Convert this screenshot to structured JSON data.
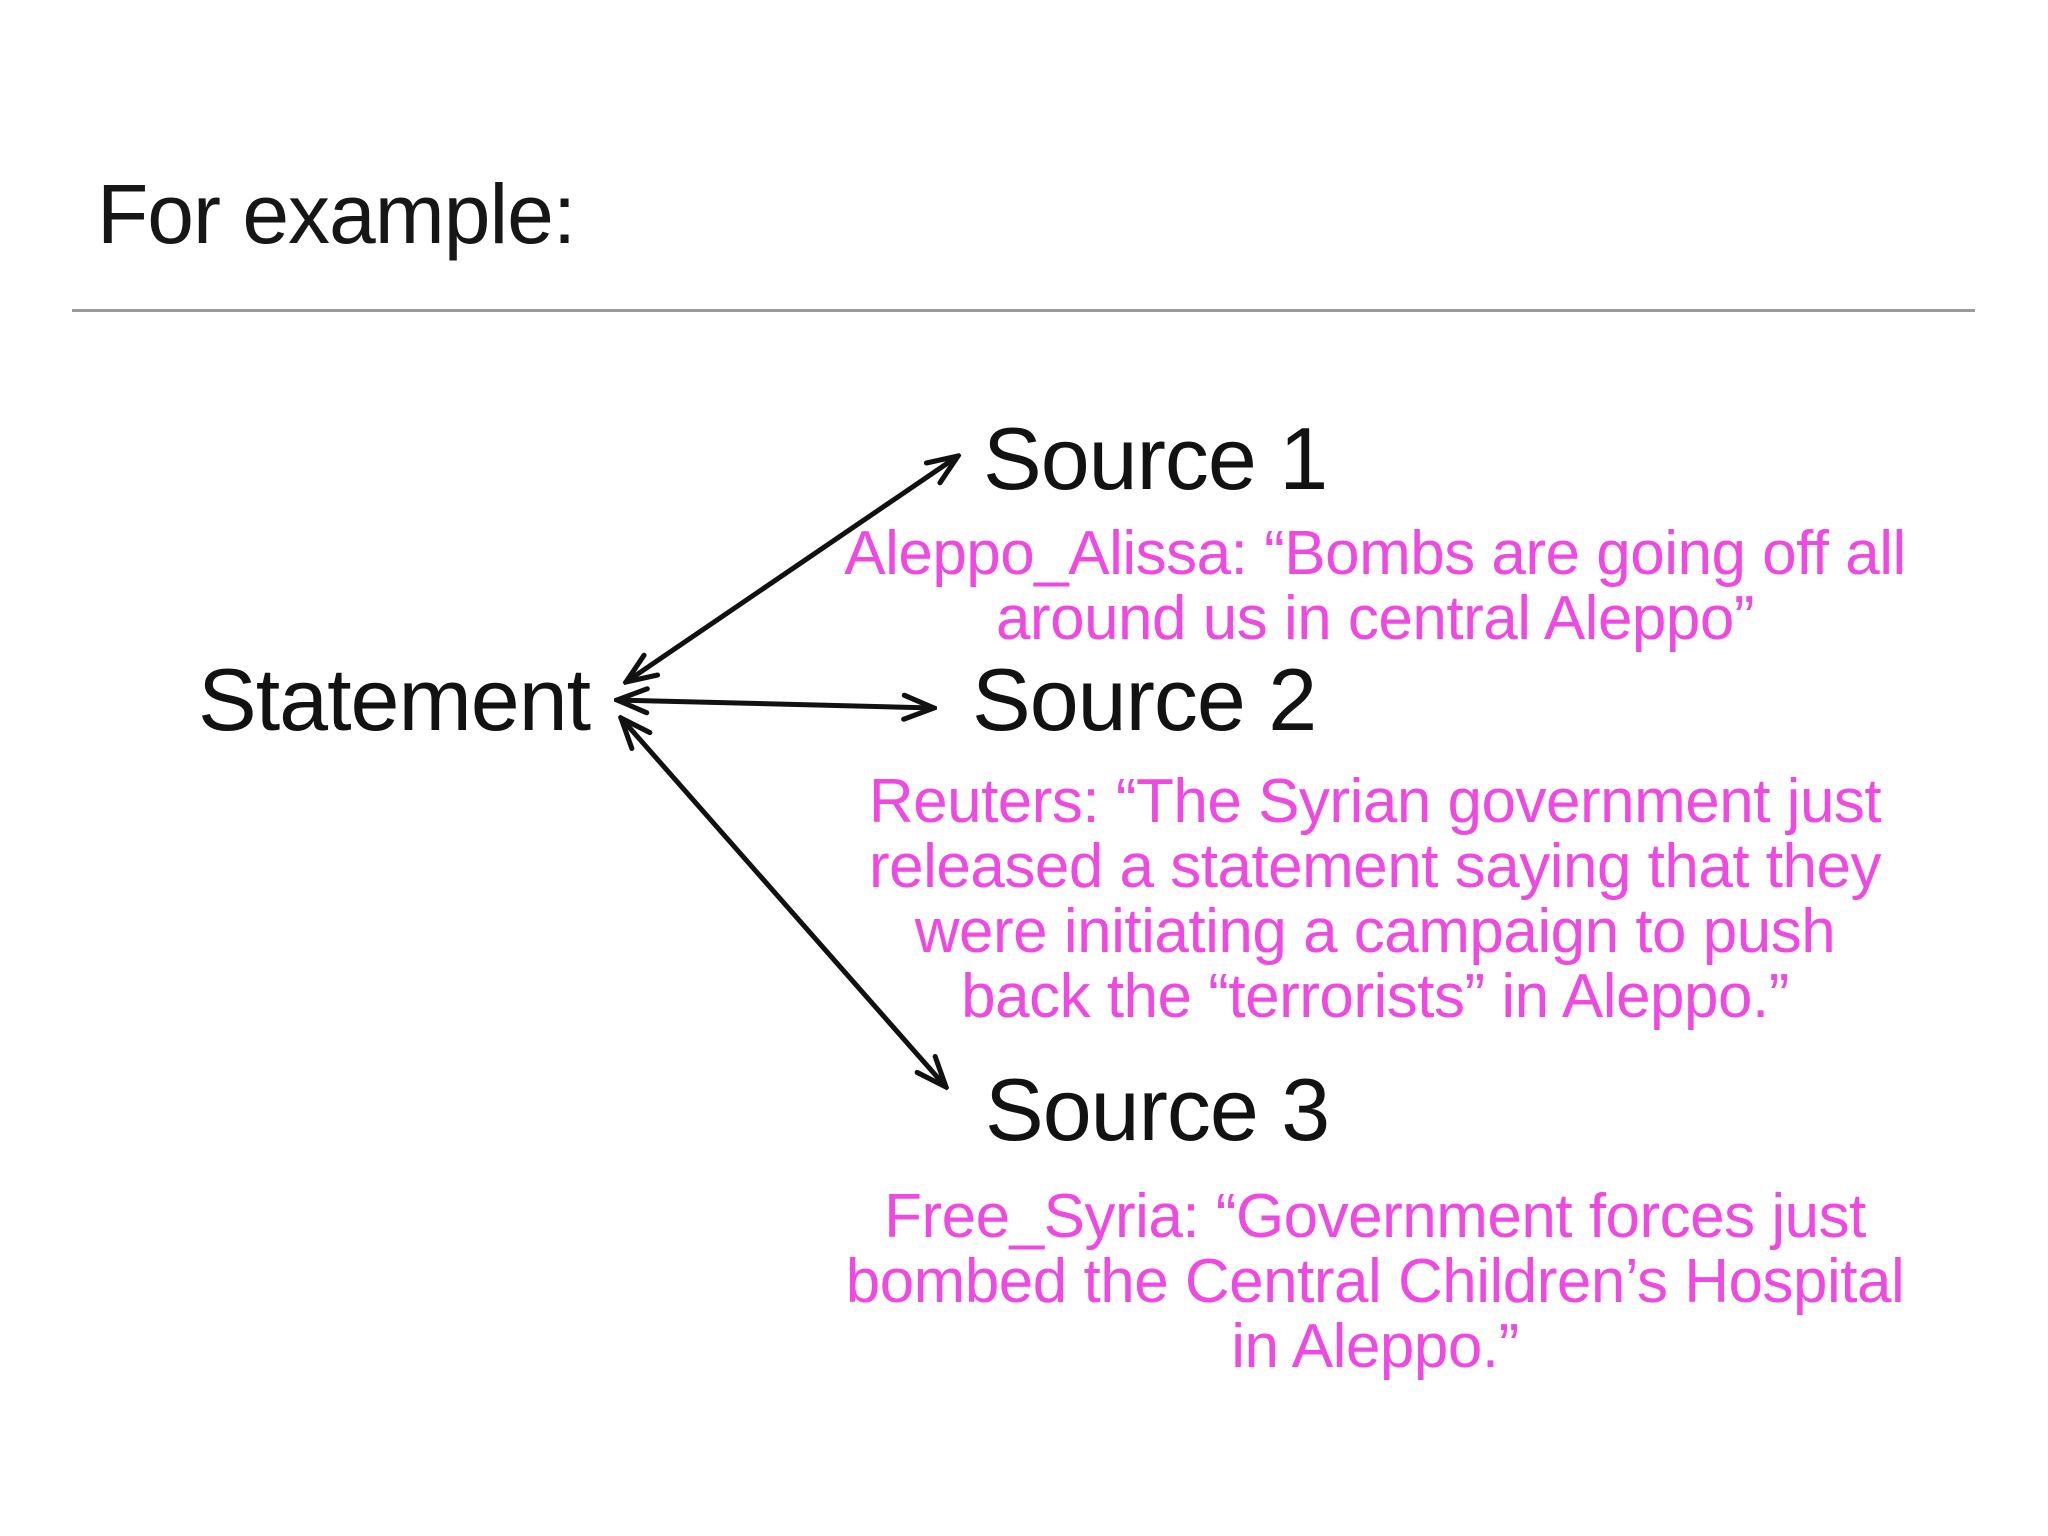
{
  "title": "For example:",
  "statement": {
    "label": "Statement"
  },
  "sources": [
    {
      "label": "Source 1",
      "quote_lines": [
        "Aleppo_Alissa: “Bombs are going off all",
        "around us in central Aleppo”"
      ]
    },
    {
      "label": "Source 2",
      "quote_lines": [
        "Reuters: “The Syrian government just",
        "released a statement saying that they",
        "were initiating a campaign to push",
        "back the “terrorists” in Aleppo.”"
      ]
    },
    {
      "label": "Source 3",
      "quote_lines": [
        "Free_Syria: “Government forces just",
        "bombed the Central Children’s Hospital",
        "in Aleppo.”"
      ]
    }
  ],
  "colors": {
    "quote_pink": "#ee49e0",
    "text_black": "#121212",
    "divider_gray": "#9a9a9a",
    "arrow_black": "#111111",
    "background": "#ffffff"
  }
}
